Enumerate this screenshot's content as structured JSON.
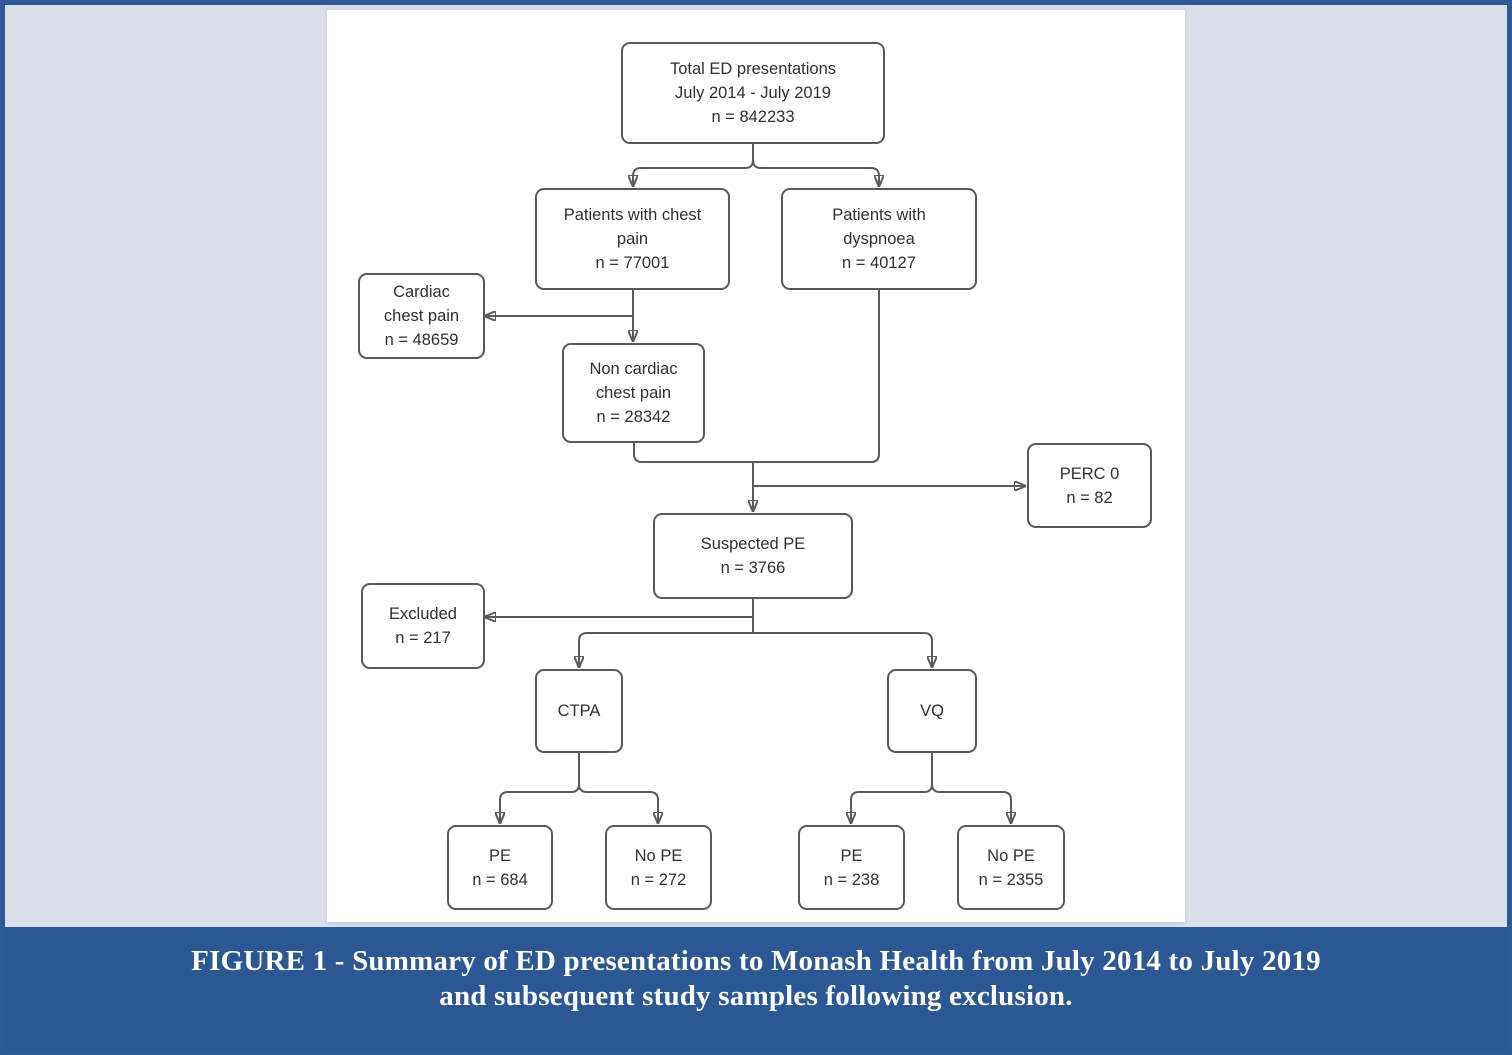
{
  "figure": {
    "caption": "FIGURE 1 - Summary of ED presentations to Monash Health from July 2014 to July 2019\nand subsequent study samples following exclusion."
  },
  "colors": {
    "frame_blue": "#2d5a96",
    "caption_band_blue": "#2b5794",
    "canvas_gray": "#d9dee9",
    "box_border_gray": "#595959",
    "connector_gray": "#5a5a5a",
    "box_text": "#303030",
    "caption_text": "#ffffff"
  },
  "nodes": {
    "total": {
      "label": "Total ED presentations\nJuly 2014 - July 2019\nn = 842233"
    },
    "chest_pain": {
      "label": "Patients with chest\npain\nn = 77001"
    },
    "dyspnoea": {
      "label": "Patients with\ndyspnoea\nn = 40127"
    },
    "cardiac": {
      "label": "Cardiac\nchest pain\nn = 48659"
    },
    "non_cardiac": {
      "label": "Non cardiac\nchest pain\nn = 28342"
    },
    "perc": {
      "label": "PERC 0\nn = 82"
    },
    "suspected": {
      "label": "Suspected PE\nn = 3766"
    },
    "excluded": {
      "label": "Excluded\nn = 217"
    },
    "ctpa": {
      "label": "CTPA"
    },
    "vq": {
      "label": "VQ"
    },
    "ctpa_pe": {
      "label": "PE\nn = 684"
    },
    "ctpa_no_pe": {
      "label": "No PE\nn = 272"
    },
    "vq_pe": {
      "label": "PE\nn = 238"
    },
    "vq_no_pe": {
      "label": "No PE\nn = 2355"
    }
  }
}
